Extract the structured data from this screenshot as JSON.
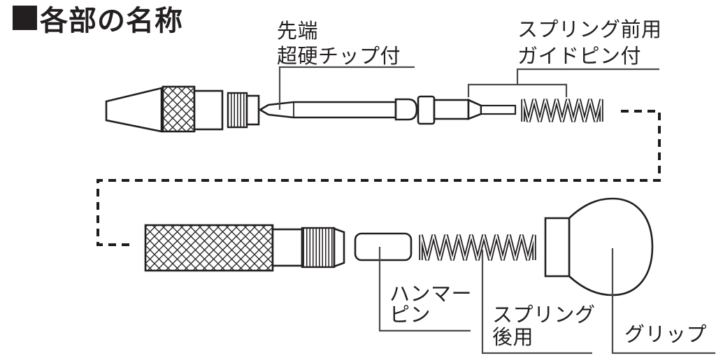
{
  "title": {
    "marker": "■",
    "text": "各部の名称"
  },
  "labels": {
    "tip": {
      "line1": "先端",
      "line2": "超硬チップ付"
    },
    "front_spring": {
      "line1": "スプリング前用",
      "line2": "ガイドピン付"
    },
    "hammer_pin": {
      "line1": "ハンマー",
      "line2": "ピン"
    },
    "rear_spring": {
      "line1": "スプリング",
      "line2": "後用"
    },
    "grip": {
      "line1": "グリップ"
    }
  },
  "colors": {
    "ink": "#231f20",
    "leader_line": "#4a4a4a",
    "background": "#ffffff"
  }
}
